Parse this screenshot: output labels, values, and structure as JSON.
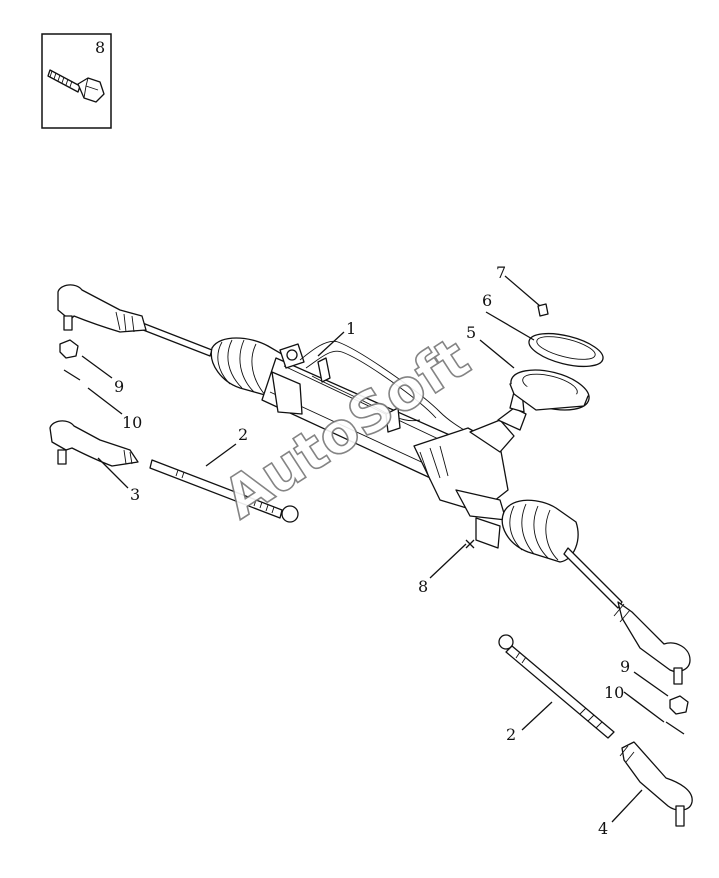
{
  "watermark": "AutoSoft",
  "inset": {
    "label": "8",
    "icon": "bolt-icon"
  },
  "callouts": {
    "steering_rack": "1",
    "tie_rod_left": "2",
    "tie_rod_right": "2",
    "tie_rod_end_left": "3",
    "tie_rod_end_right": "4",
    "boot_seal": "5",
    "seal_ring": "6",
    "clip": "7",
    "mount_bolt": "8",
    "nut_left": "9",
    "nut_right": "9",
    "cotter_pin_left": "10",
    "cotter_pin_right": "10"
  }
}
